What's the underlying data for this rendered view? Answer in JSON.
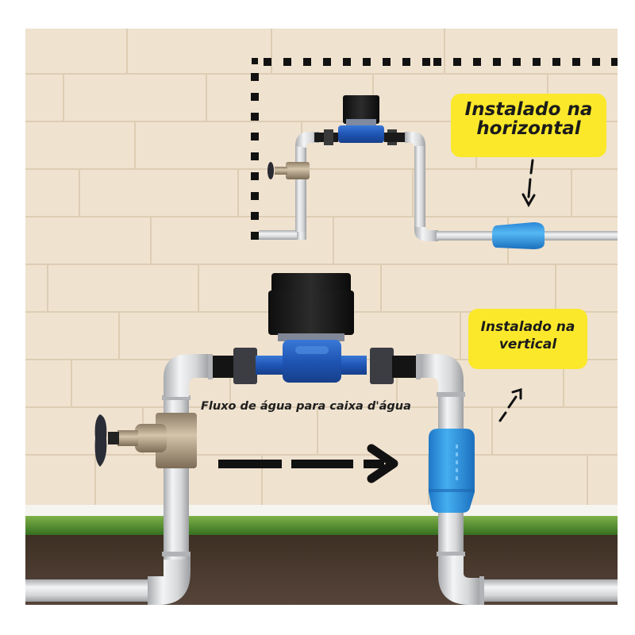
{
  "labels": {
    "horizontal": "Instalado na horizontal",
    "vertical": "Instalado na vertical",
    "flow": "Fluxo de água para caixa d'água"
  },
  "colors": {
    "wall": "#efe2cf",
    "label_bg": "#fbe82a",
    "pipe": "#d9dadc",
    "meter_body": "#2b63c8",
    "meter_cap": "#151515",
    "check_valve": "#2e95e0",
    "valve_brass": "#b9a78e",
    "grass": "#4f8a2a",
    "soil": "#4a3a2c"
  },
  "icons": {
    "flow_arrow": "arrow-right-dashed",
    "pointer_down": "arrow-down-dashed",
    "pointer_up": "arrow-up-right-dashed",
    "boundary": "dotted-corner-frame"
  }
}
